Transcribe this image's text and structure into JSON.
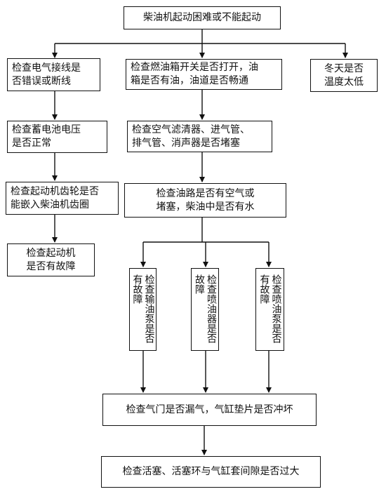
{
  "flowchart": {
    "start": "柴油机起动困难或不能起动",
    "left": [
      "检查电气接线是\n否错误或断线",
      "检查蓄电池电压\n是否正常",
      "检查起动机齿轮是否\n能嵌入柴油机齿圈",
      "检查起动机\n是否有故障"
    ],
    "middle": [
      "检查燃油箱开关是否打开，油\n箱是否有油，油道是否畅通",
      "检查空气滤清器、进气管、\n排气管、消声器是否堵塞",
      "检查油路是否有空气或\n堵塞，柴油中是否有水"
    ],
    "right": "冬天是否\n温度太低",
    "branches": [
      "检查输油泵是否有故障",
      "检查喷油器是否故障",
      "检查喷油泵是否有故障"
    ],
    "valve": "检查气门是否漏气，气缸垫片是否冲坏",
    "piston": "检查活塞、活塞环与气缸套间隙是否过大"
  }
}
